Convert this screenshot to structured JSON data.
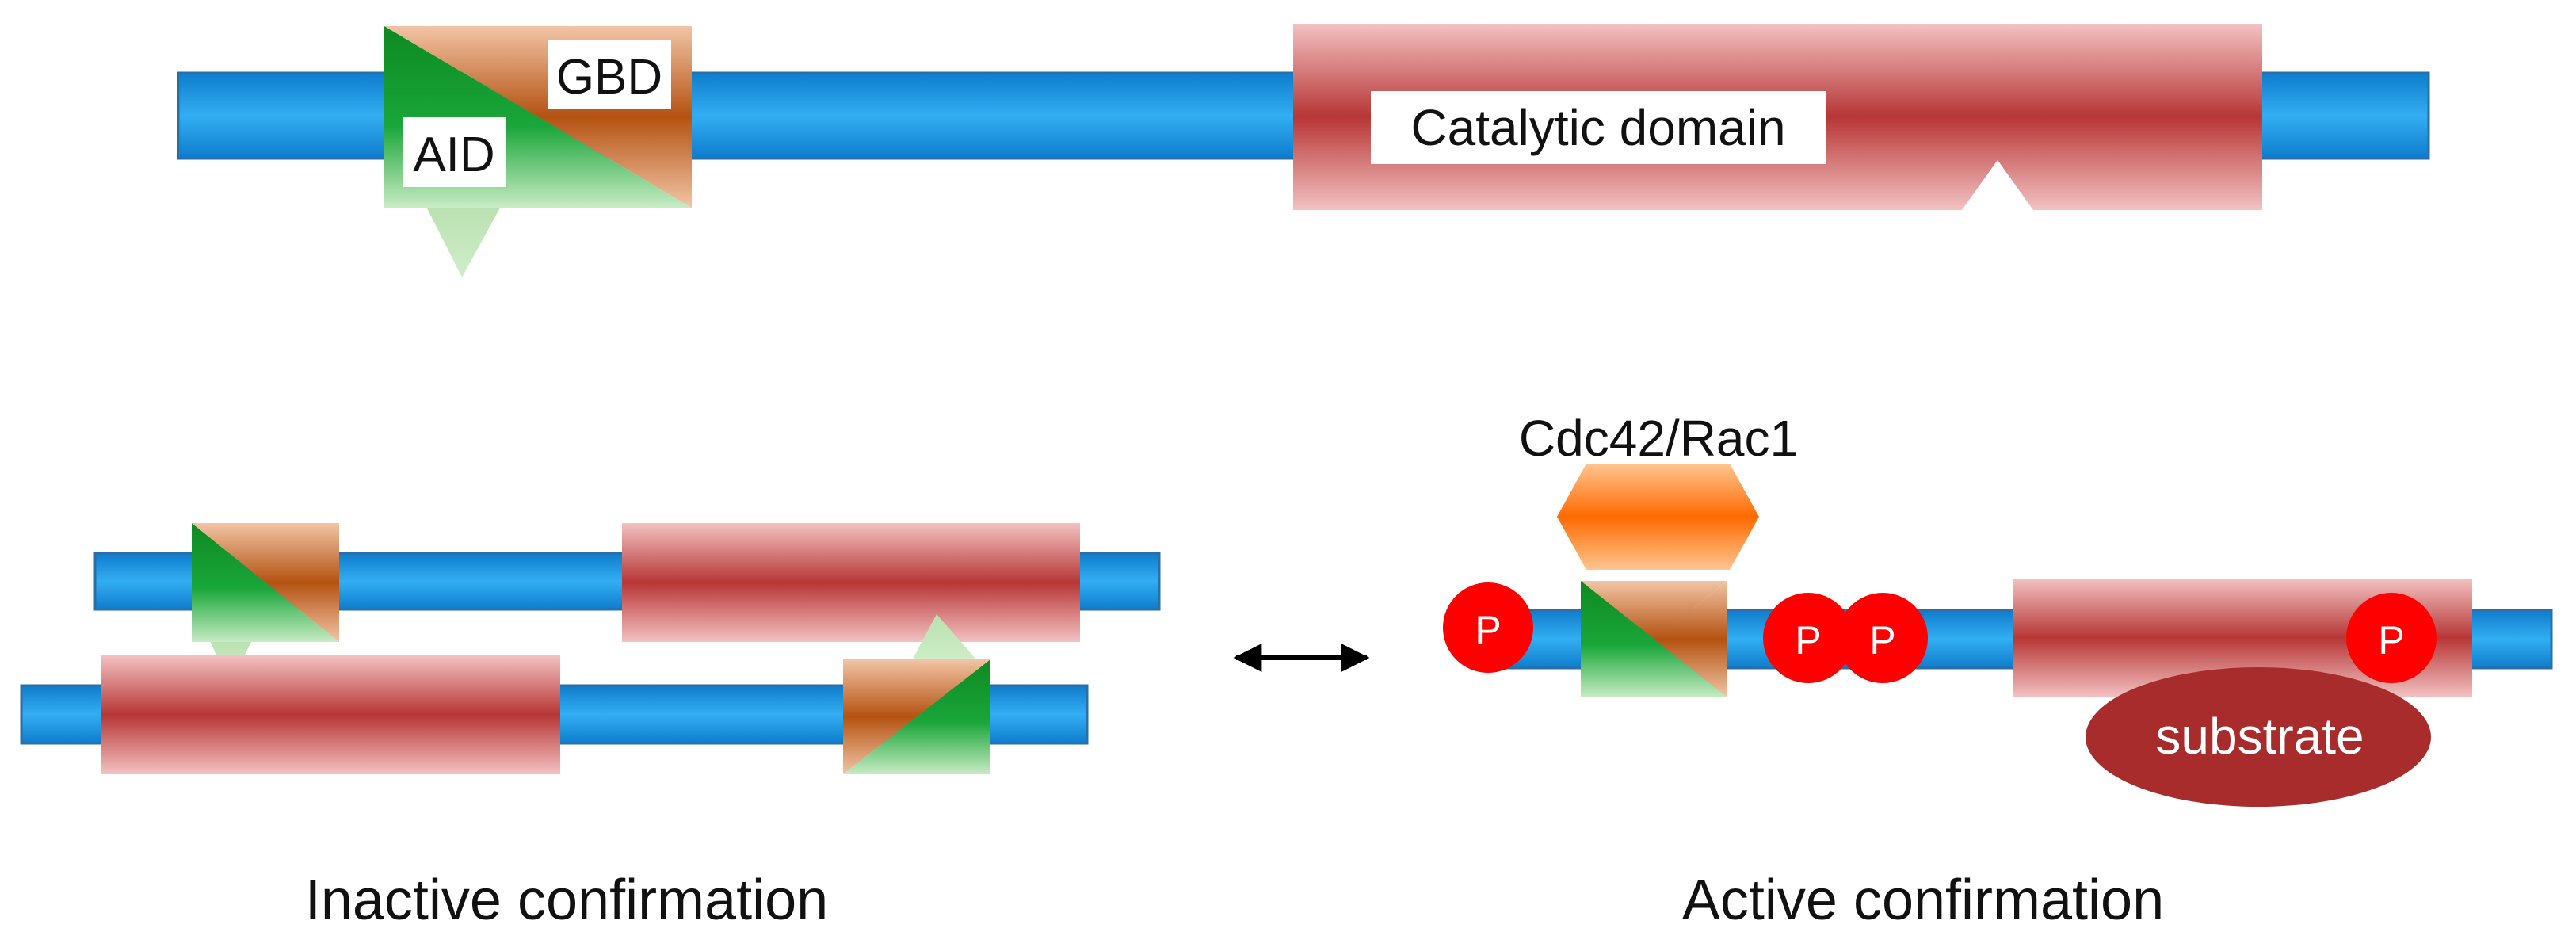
{
  "labels": {
    "gbd": "GBD",
    "aid": "AID",
    "catalytic_domain": "Catalytic domain",
    "gtpase": "Cdc42/Rac1",
    "substrate": "substrate",
    "phospho": "P",
    "inactive": "Inactive confirmation",
    "active": "Active confirmation"
  },
  "colors": {
    "backbone": "#1a9ae0",
    "catalytic_red": "#b83a3a",
    "aid_green": "#129a2a",
    "gbd_orange": "#b85a14",
    "gtpase_orange": "#ff7300",
    "phospho_red": "#ff0000",
    "substrate_red": "#a82c2c"
  }
}
